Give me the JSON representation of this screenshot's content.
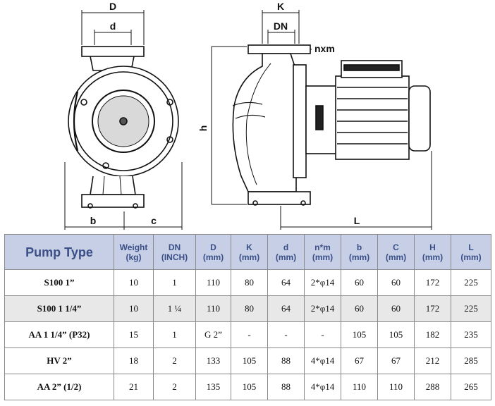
{
  "drawing": {
    "labels": {
      "D": "D",
      "d": "d",
      "K": "K",
      "DN": "DN",
      "nxm": "nxm",
      "h": "h",
      "b": "b",
      "c": "c",
      "L": "L"
    }
  },
  "table": {
    "headers": [
      {
        "line1": "Pump Type",
        "line2": ""
      },
      {
        "line1": "Weight",
        "line2": "(kg)"
      },
      {
        "line1": "DN",
        "line2": "(INCH)"
      },
      {
        "line1": "D",
        "line2": "(mm)"
      },
      {
        "line1": "K",
        "line2": "(mm)"
      },
      {
        "line1": "d",
        "line2": "(mm)"
      },
      {
        "line1": "n*m",
        "line2": "(mm)"
      },
      {
        "line1": "b",
        "line2": "(mm)"
      },
      {
        "line1": "C",
        "line2": "(mm)"
      },
      {
        "line1": "H",
        "line2": "(mm)"
      },
      {
        "line1": "L",
        "line2": "(mm)"
      }
    ],
    "rows": [
      [
        "S100     1”",
        "10",
        "1",
        "110",
        "80",
        "64",
        "2*φ14",
        "60",
        "60",
        "172",
        "225"
      ],
      [
        "S100 1 1/4”",
        "10",
        "1 ¼",
        "110",
        "80",
        "64",
        "2*φ14",
        "60",
        "60",
        "172",
        "225"
      ],
      [
        "AA 1 1/4” (P32)",
        "15",
        "1",
        "G 2”",
        "-",
        "-",
        "-",
        "105",
        "105",
        "182",
        "235"
      ],
      [
        "HV 2”",
        "18",
        "2",
        "133",
        "105",
        "88",
        "4*φ14",
        "67",
        "67",
        "212",
        "285"
      ],
      [
        "AA 2” (1/2)",
        "21",
        "2",
        "135",
        "105",
        "88",
        "4*φ14",
        "110",
        "110",
        "288",
        "265"
      ]
    ]
  }
}
